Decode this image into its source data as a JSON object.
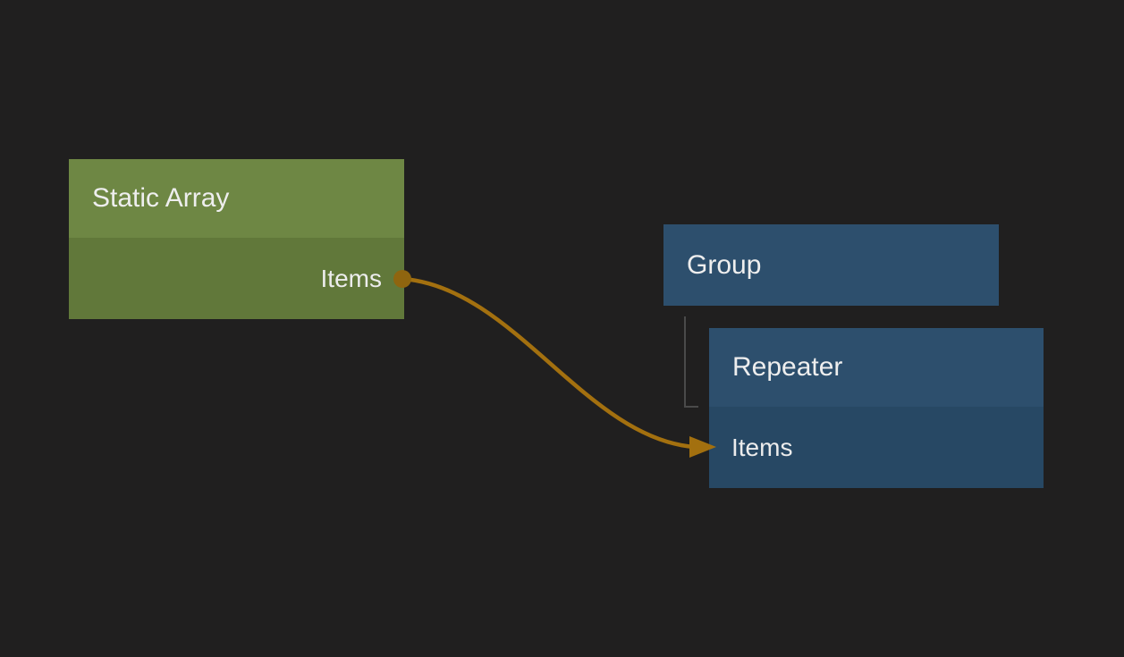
{
  "canvas": {
    "background_color": "#201f1f",
    "text_color": "#ebebeb"
  },
  "nodes": {
    "static_array": {
      "title": "Static Array",
      "header_color": "#6e8744",
      "body_color": "#61783a",
      "output_port": {
        "label": "Items"
      }
    },
    "group": {
      "title": "Group",
      "header_color": "#2d4f6d"
    },
    "repeater": {
      "title": "Repeater",
      "header_color": "#2d4f6d",
      "body_color": "#274864",
      "input_port": {
        "label": "Items"
      }
    }
  },
  "connection": {
    "from": "Static Array / Items",
    "to": "Repeater / Items",
    "wire_color": "#a3700f",
    "port_dot_color": "#8f650f"
  },
  "hierarchy_connector": {
    "from": "Group",
    "to": "Repeater",
    "line_color": "#4a4a4a"
  }
}
